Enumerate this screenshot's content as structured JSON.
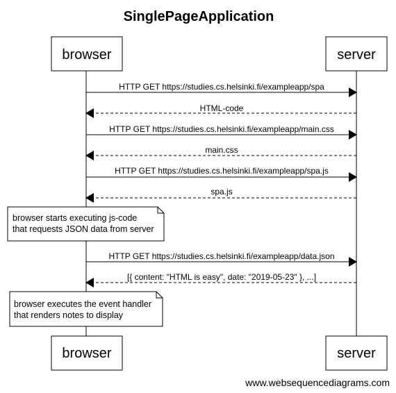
{
  "title": "SinglePageApplication",
  "participants": [
    "browser",
    "server"
  ],
  "messages": [
    {
      "label": "HTTP GET https://studies.cs.helsinki.fi/exampleapp/spa",
      "direction": "right",
      "style": "solid"
    },
    {
      "label": "HTML-code",
      "direction": "left",
      "style": "dashed"
    },
    {
      "label": "HTTP GET https://studies.cs.helsinki.fi/exampleapp/main.css",
      "direction": "right",
      "style": "solid"
    },
    {
      "label": "main.css",
      "direction": "left",
      "style": "dashed"
    },
    {
      "label": "HTTP GET https://studies.cs.helsinki.fi/exampleapp/spa.js",
      "direction": "right",
      "style": "solid"
    },
    {
      "label": "spa.js",
      "direction": "left",
      "style": "dashed"
    },
    {
      "label": "HTTP GET https://studies.cs.helsinki.fi/exampleapp/data.json",
      "direction": "right",
      "style": "solid"
    },
    {
      "label": "[{ content: \"HTML is easy\", date: \"2019-05-23\" }, ...]",
      "direction": "left",
      "style": "dashed"
    }
  ],
  "notes": [
    {
      "lines": [
        "browser starts executing js-code",
        "that requests JSON data from server"
      ]
    },
    {
      "lines": [
        "browser executes the event handler",
        "that renders notes to display"
      ]
    }
  ],
  "footer": "www.websequencediagrams.com"
}
